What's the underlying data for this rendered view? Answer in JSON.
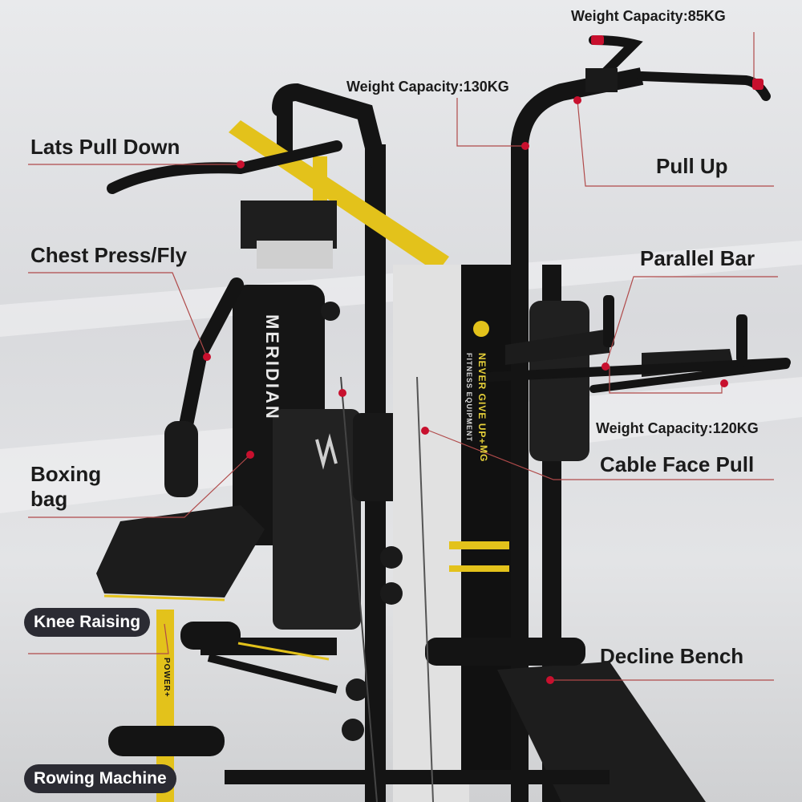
{
  "callouts": {
    "lats_pull_down": "Lats Pull Down",
    "chest_press_fly": "Chest Press/Fly",
    "boxing_bag": "Boxing\nbag",
    "pull_up": "Pull Up",
    "parallel_bar": "Parallel Bar",
    "cable_face_pull": "Cable Face Pull",
    "decline_bench": "Decline Bench",
    "knee_raising": "Knee Raising",
    "rowing_machine": "Rowing Machine"
  },
  "capacities": {
    "pull_up_handles": "Weight Capacity:85KG",
    "tower": "Weight Capacity:130KG",
    "parallel_bar": "Weight Capacity:120KG"
  },
  "product_text": {
    "bag_brand": "MERIDIAN",
    "panel_slogan": "NEVER GIVE UP+",
    "panel_sub": "FITNESS EQUIPMENT",
    "panel_model": "MG",
    "post_text": "POWER+"
  },
  "colors": {
    "frame": "#141414",
    "accent_yellow": "#e3c21b",
    "marker_red": "#c8102e",
    "leader_line": "#b04a4a",
    "pill_bg": "#2b2b33"
  }
}
